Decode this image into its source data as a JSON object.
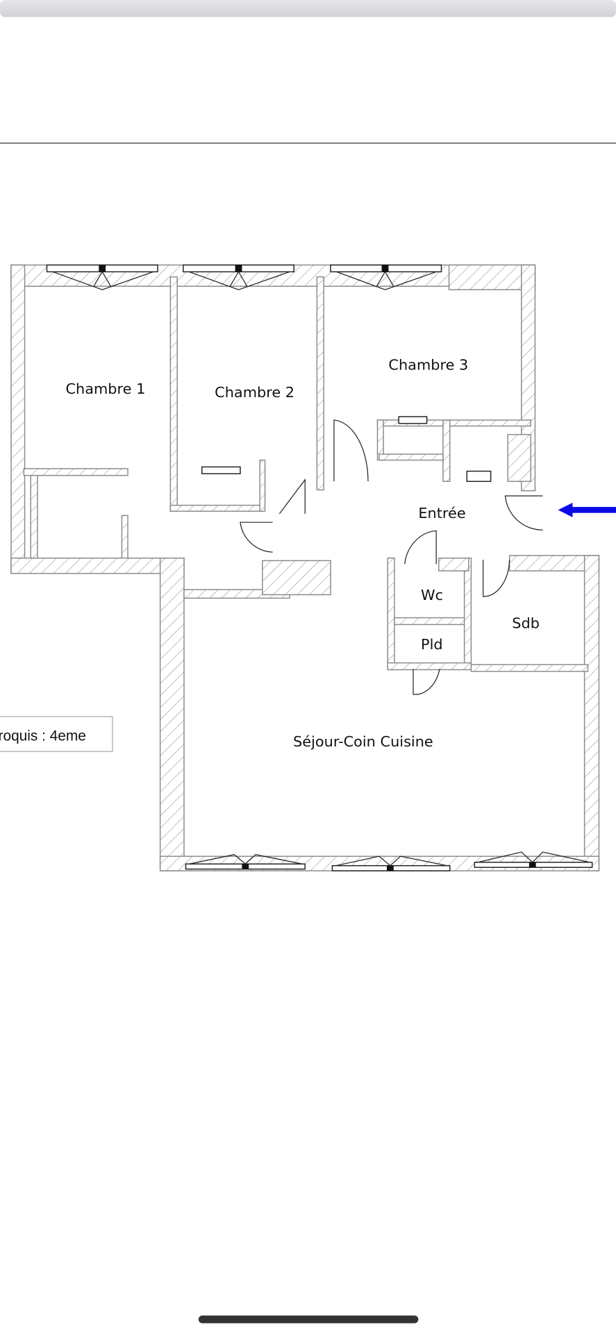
{
  "rooms": {
    "chambre1": "Chambre 1",
    "chambre2": "Chambre 2",
    "chambre3": "Chambre 3",
    "entree": "Entrée",
    "wc": "Wc",
    "pld": "Pld",
    "sdb": "Sdb",
    "sejour": "Séjour-Coin Cuisine"
  },
  "croquis_label": "roquis : 4eme",
  "colors": {
    "entry_arrow": "#0a0ae6",
    "walls": "#8a8a8a"
  },
  "icons": {
    "entry": "arrow-left-icon"
  }
}
